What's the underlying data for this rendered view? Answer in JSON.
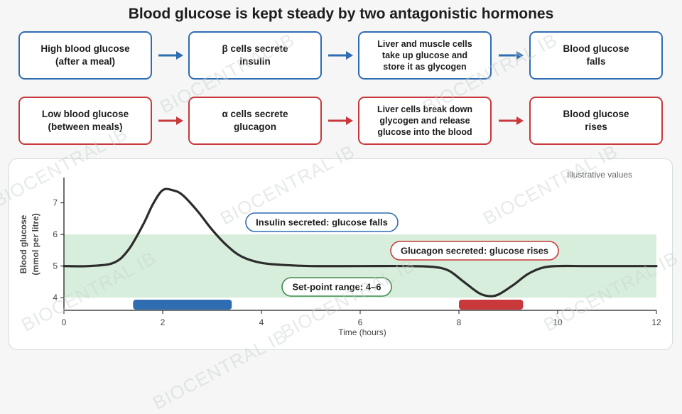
{
  "title": "Blood glucose is kept steady by two antagonistic hormones",
  "watermark": "BIOCENTRAL IB",
  "flow_high": [
    "High blood glucose\n(after a meal)",
    "β cells secrete\ninsulin",
    "Liver and muscle cells\ntake up glucose and\nstore it as glycogen",
    "Blood glucose\nfalls"
  ],
  "flow_low": [
    "Low blood glucose\n(between meals)",
    "α cells secrete\nglucagon",
    "Liver cells break down\nglycogen and release\nglucose into the blood",
    "Blood glucose\nrises"
  ],
  "colors": {
    "insulin": "#2f6db3",
    "glucagon": "#c9383b",
    "setpoint_band": "#d8eedc",
    "curve": "#2c2c2c"
  },
  "chart_data": {
    "type": "line",
    "note": "Illustrative values",
    "xlabel": "Time (hours)",
    "ylabel": [
      "Blood glucose",
      "(mmol per litre)"
    ],
    "xlim": [
      0,
      12
    ],
    "ylim": [
      3.6,
      7.8
    ],
    "xticks": [
      0,
      2,
      4,
      6,
      8,
      10,
      12
    ],
    "yticks": [
      4,
      5,
      6,
      7
    ],
    "setpoint_range": [
      4,
      6
    ],
    "series": [
      {
        "x": [
          0,
          0.5,
          1.0,
          1.3,
          1.6,
          1.8,
          2.0,
          2.2,
          2.4,
          2.7,
          3.0,
          3.3,
          3.6,
          4.0,
          4.5,
          5.0,
          6.0,
          7.0,
          7.5,
          7.8,
          8.1,
          8.4,
          8.6,
          8.8,
          9.1,
          9.4,
          9.7,
          10.0,
          10.5,
          11.0,
          12.0
        ],
        "y": [
          5.0,
          5.0,
          5.1,
          5.5,
          6.3,
          6.95,
          7.4,
          7.4,
          7.25,
          6.75,
          6.15,
          5.65,
          5.3,
          5.1,
          5.03,
          5.0,
          5.0,
          5.0,
          4.97,
          4.85,
          4.5,
          4.15,
          4.05,
          4.1,
          4.4,
          4.75,
          4.95,
          5.0,
          5.0,
          5.0,
          5.0
        ]
      }
    ],
    "hormone_bars": [
      {
        "name": "insulin",
        "x": [
          1.4,
          3.4
        ]
      },
      {
        "name": "glucagon",
        "x": [
          8.0,
          9.3
        ]
      }
    ],
    "annotations": {
      "insulin": "Insulin secreted: glucose falls",
      "glucagon": "Glucagon secreted: glucose rises",
      "setpoint": "Set-point range: 4–6"
    }
  }
}
